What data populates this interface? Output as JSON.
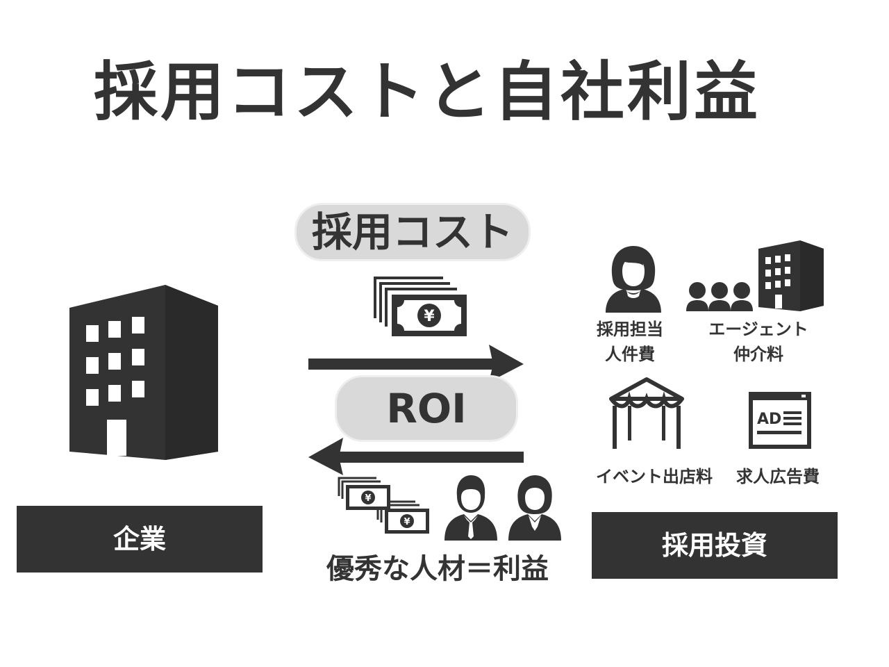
{
  "title": "採用コストと自社利益",
  "cost_pill": "採用コスト",
  "roi_pill": "ROI",
  "company_label": "企業",
  "invest_label": "採用投資",
  "profit_caption": "優秀な人材＝利益",
  "money_symbol": "¥",
  "ad_text": "AD",
  "investment_items": [
    {
      "line1": "採用担当",
      "line2": "人件費",
      "icon": "recruiter-person-icon"
    },
    {
      "line1": "エージェント",
      "line2": "仲介料",
      "icon": "agency-building-icon"
    },
    {
      "line1": "イベント出店料",
      "icon": "event-tent-icon"
    },
    {
      "line1": "求人広告費",
      "icon": "job-ad-icon"
    }
  ],
  "colors": {
    "dark": "#333333",
    "pill": "#d9d9d9",
    "background": "#ffffff"
  }
}
